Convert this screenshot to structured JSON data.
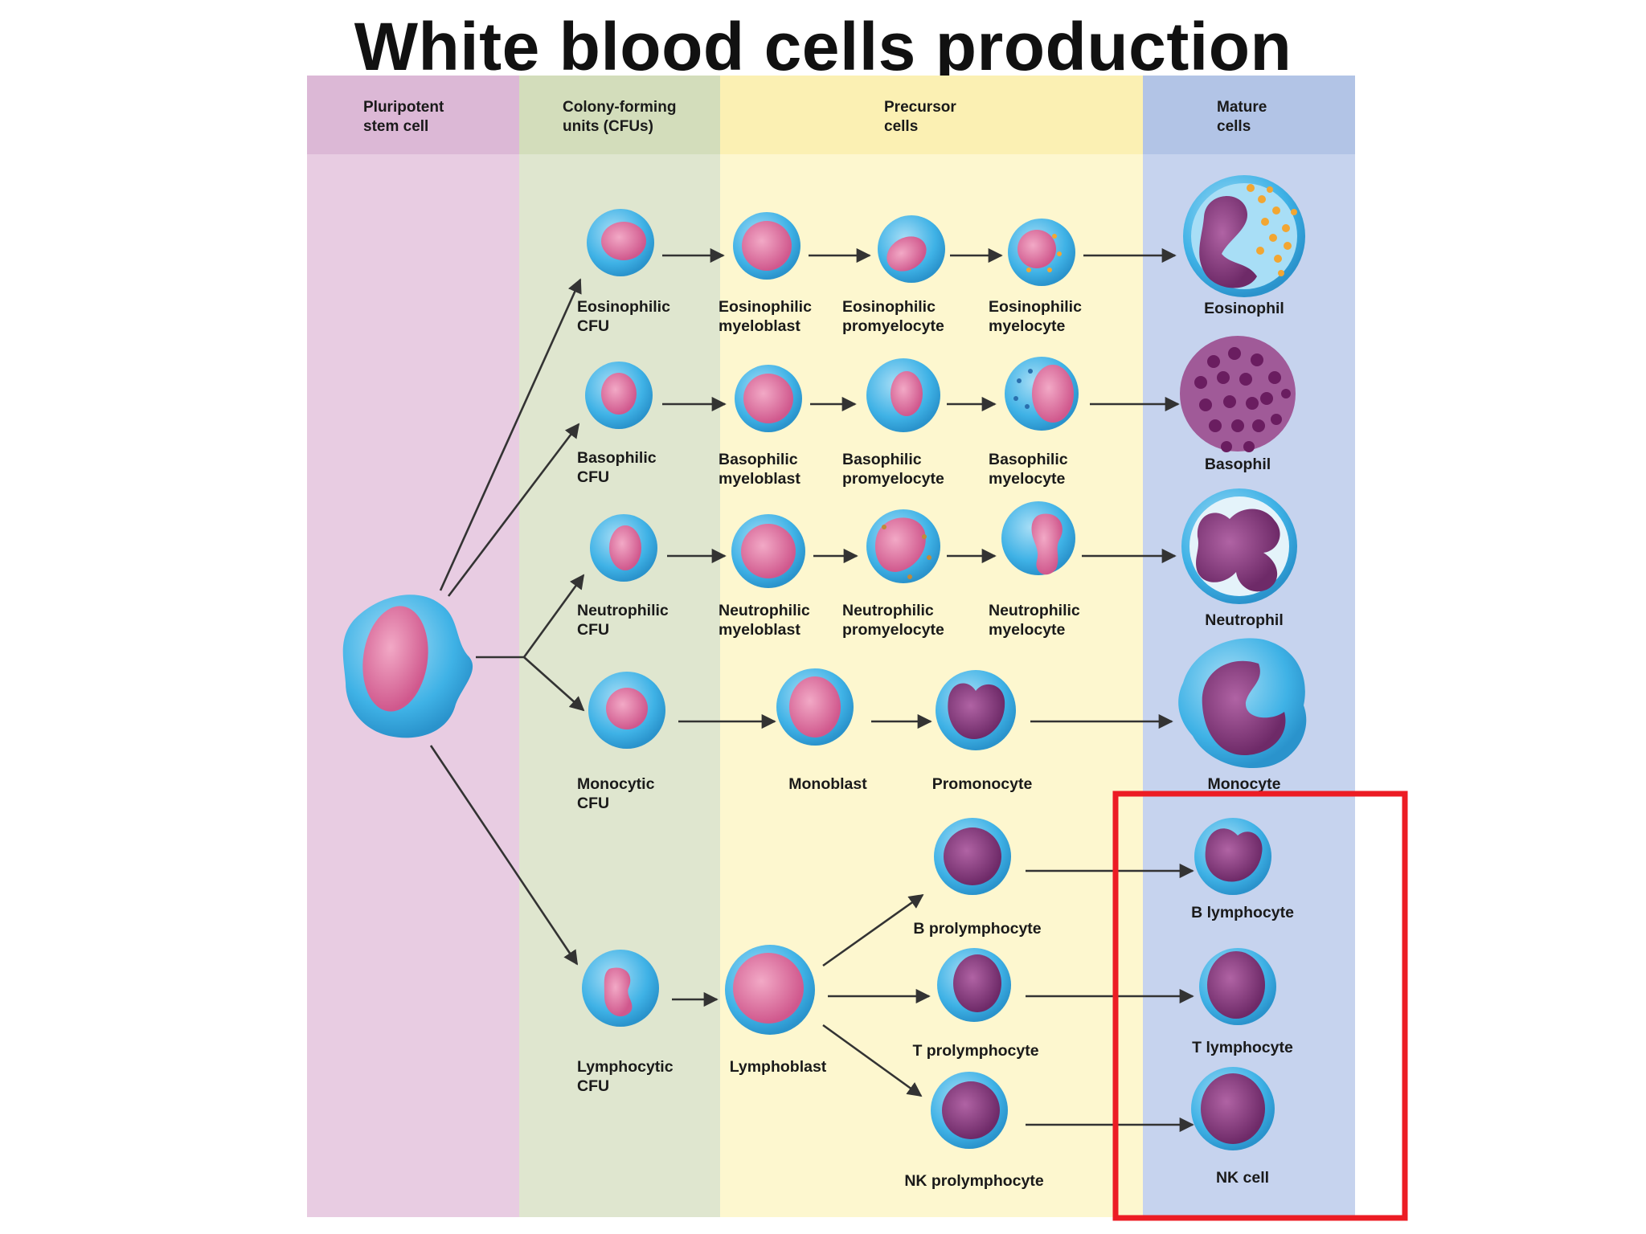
{
  "title": "White blood cells production",
  "colors": {
    "stem_band": "#e8cce2",
    "stem_header": "#dcb8d6",
    "cfu_band": "#dfe6cf",
    "cfu_header": "#d3ddbb",
    "precursor_band": "#fdf7cf",
    "precursor_header": "#fbf0b3",
    "mature_band": "#c6d3ee",
    "mature_header": "#b2c4e6",
    "cytoplasm": "#3fb2e6",
    "cytoplasm_light": "#a8def6",
    "nucleus_pink": "#e07ba7",
    "nucleus_purple": "#8a3d86",
    "granule_orange": "#f2a632",
    "granule_purple": "#7a2a6e",
    "highlight_box": "#ec1c24",
    "arrow": "#333333"
  },
  "columns": [
    {
      "line1": "Pluripotent",
      "line2": "stem cell"
    },
    {
      "line1": "Colony-forming",
      "line2": "units (CFUs)"
    },
    {
      "line1": "Precursor",
      "line2": "cells"
    },
    {
      "line1": "Mature",
      "line2": "cells"
    }
  ],
  "labels": {
    "eos_cfu": [
      "Eosinophilic",
      "CFU"
    ],
    "eos_myeloblast": [
      "Eosinophilic",
      "myeloblast"
    ],
    "eos_promyelocyte": [
      "Eosinophilic",
      "promyelocyte"
    ],
    "eos_myelocyte": [
      "Eosinophilic",
      "myelocyte"
    ],
    "eosinophil": [
      "Eosinophil"
    ],
    "bas_cfu": [
      "Basophilic",
      "CFU"
    ],
    "bas_myeloblast": [
      "Basophilic",
      "myeloblast"
    ],
    "bas_promyelocyte": [
      "Basophilic",
      "promyelocyte"
    ],
    "bas_myelocyte": [
      "Basophilic",
      "myelocyte"
    ],
    "basophil": [
      "Basophil"
    ],
    "neu_cfu": [
      "Neutrophilic",
      "CFU"
    ],
    "neu_myeloblast": [
      "Neutrophilic",
      "myeloblast"
    ],
    "neu_promyelocyte": [
      "Neutrophilic",
      "promyelocyte"
    ],
    "neu_myelocyte": [
      "Neutrophilic",
      "myelocyte"
    ],
    "neutrophil": [
      "Neutrophil"
    ],
    "mono_cfu": [
      "Monocytic",
      "CFU"
    ],
    "monoblast": [
      "Monoblast"
    ],
    "promonocyte": [
      "Promonocyte"
    ],
    "monocyte": [
      "Monocyte"
    ],
    "lymph_cfu": [
      "Lymphocytic",
      "CFU"
    ],
    "lymphoblast": [
      "Lymphoblast"
    ],
    "b_prolymphocyte": [
      "B prolymphocyte"
    ],
    "t_prolymphocyte": [
      "T prolymphocyte"
    ],
    "nk_prolymphocyte": [
      "NK prolymphocyte"
    ],
    "b_lymphocyte": [
      "B lymphocyte"
    ],
    "t_lymphocyte": [
      "T lymphocyte"
    ],
    "nk_cell": [
      "NK cell"
    ]
  }
}
